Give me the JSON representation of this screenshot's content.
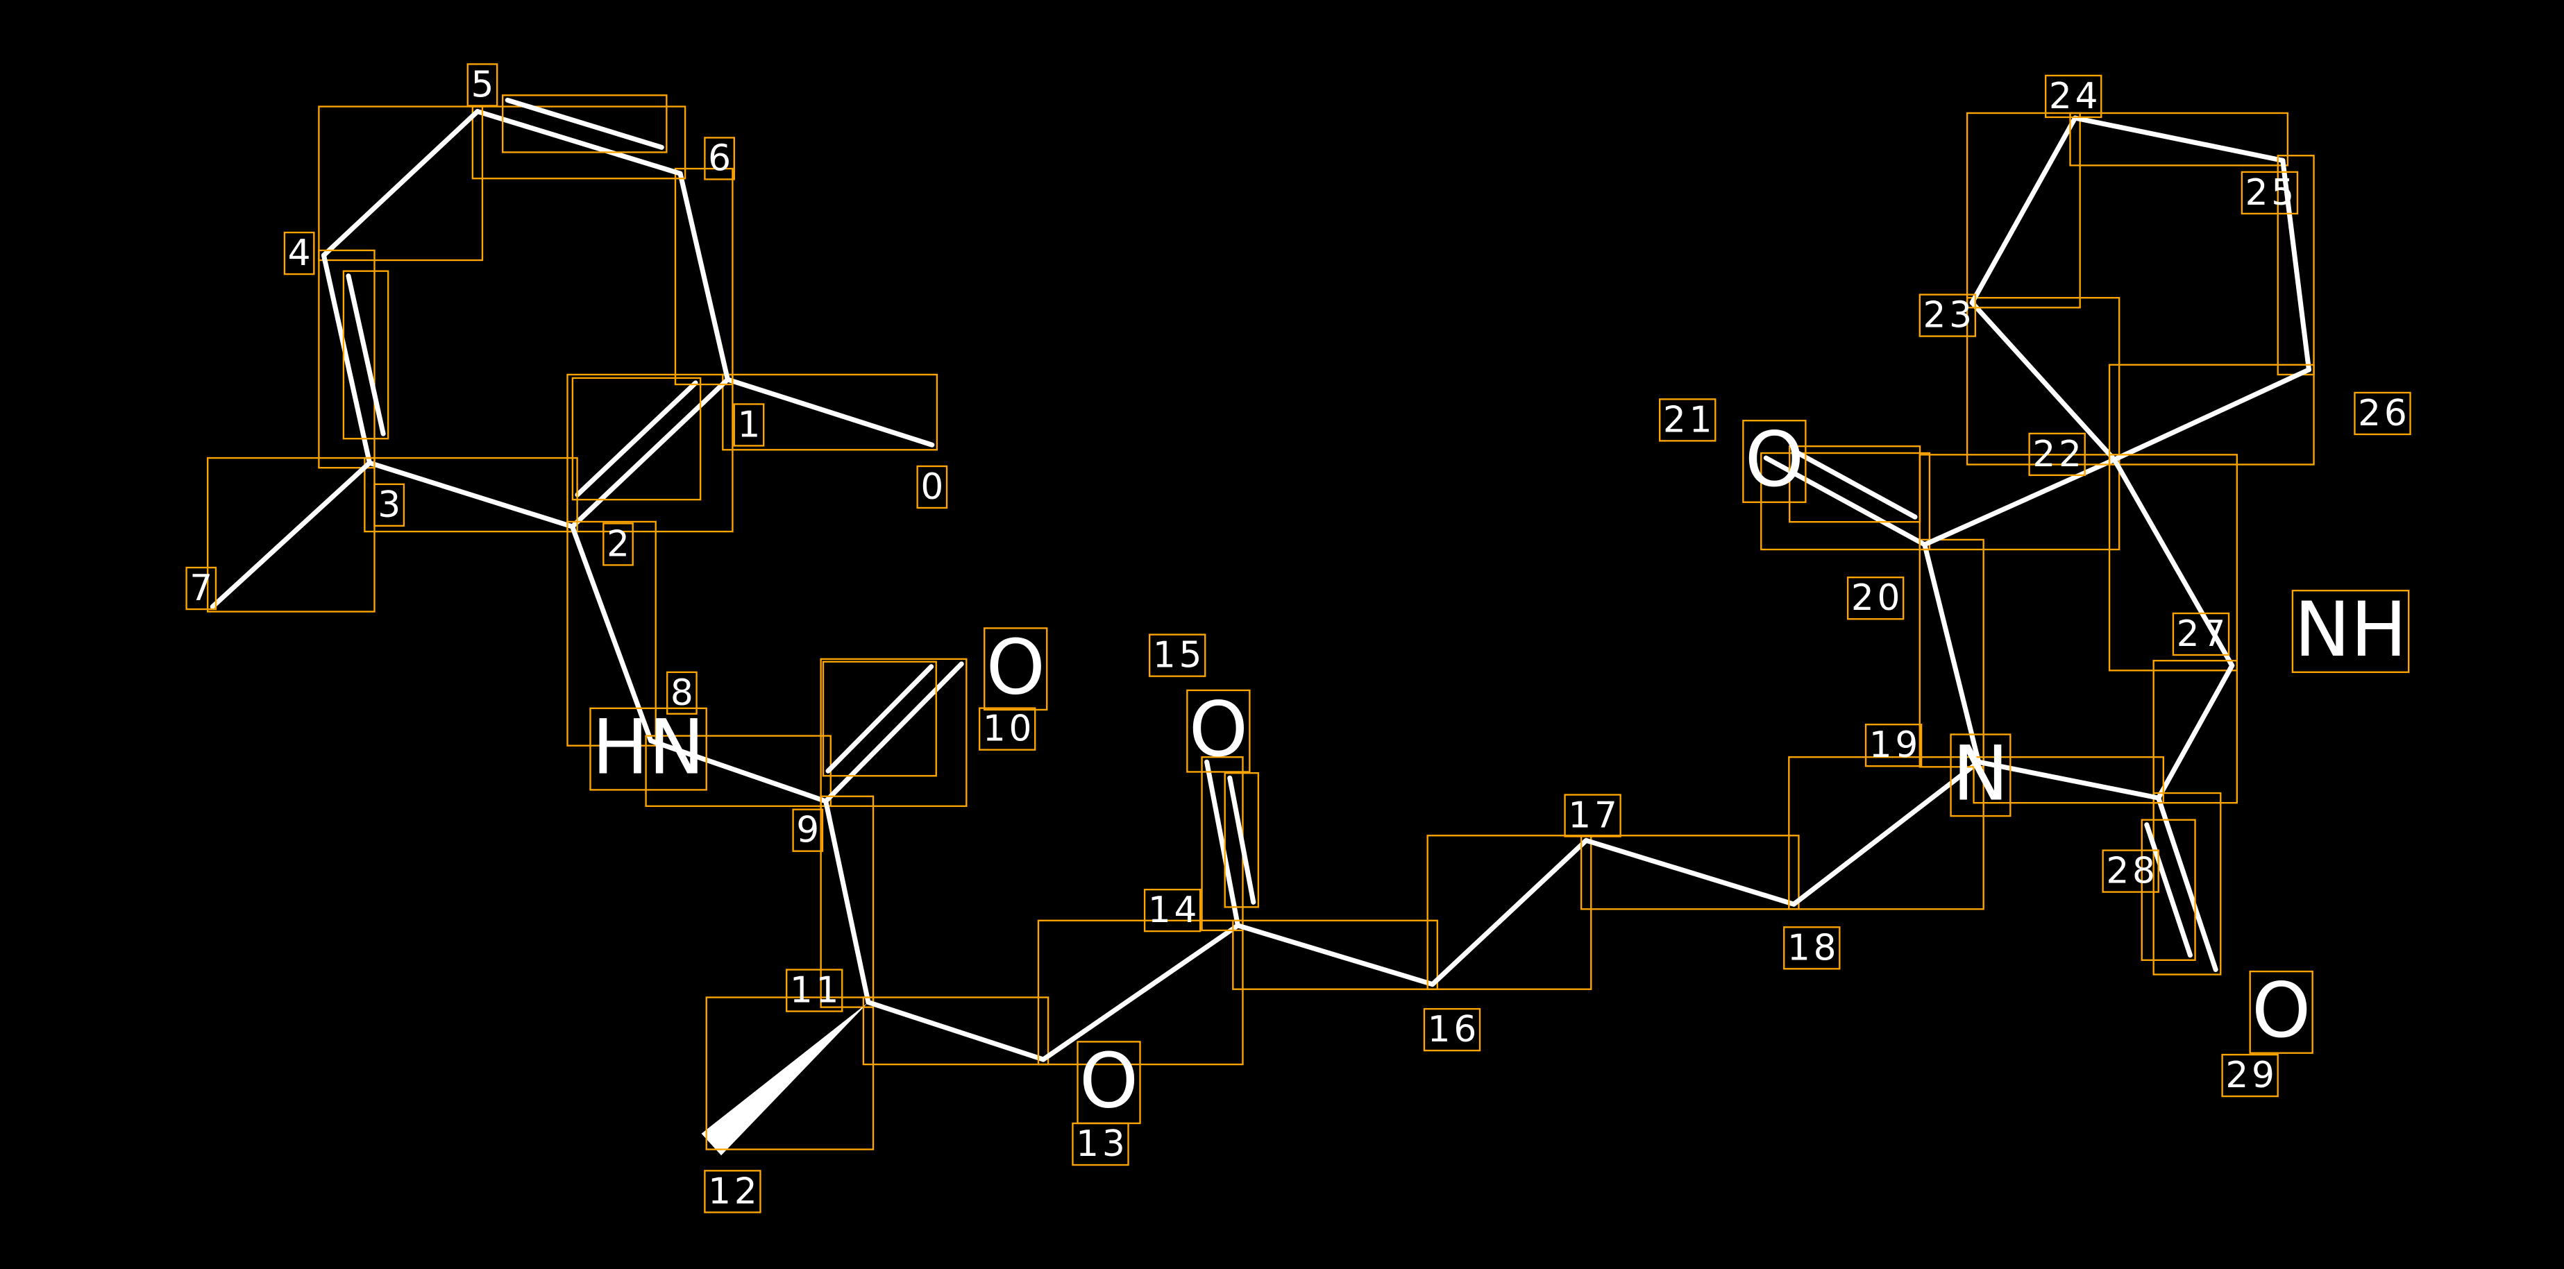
{
  "title": "Molecule atom index diagram",
  "colors": {
    "background": "#000000",
    "bond": "#ffffff",
    "box": "#FFA500"
  },
  "atoms": [
    {
      "index": "0",
      "symbol": ""
    },
    {
      "index": "1",
      "symbol": ""
    },
    {
      "index": "2",
      "symbol": ""
    },
    {
      "index": "3",
      "symbol": ""
    },
    {
      "index": "4",
      "symbol": ""
    },
    {
      "index": "5",
      "symbol": ""
    },
    {
      "index": "6",
      "symbol": ""
    },
    {
      "index": "7",
      "symbol": ""
    },
    {
      "index": "8",
      "symbol": "HN"
    },
    {
      "index": "9",
      "symbol": ""
    },
    {
      "index": "10",
      "symbol": "O"
    },
    {
      "index": "11",
      "symbol": ""
    },
    {
      "index": "12",
      "symbol": ""
    },
    {
      "index": "13",
      "symbol": "O"
    },
    {
      "index": "14",
      "symbol": ""
    },
    {
      "index": "15",
      "symbol": "O"
    },
    {
      "index": "16",
      "symbol": ""
    },
    {
      "index": "17",
      "symbol": ""
    },
    {
      "index": "18",
      "symbol": ""
    },
    {
      "index": "19",
      "symbol": "N"
    },
    {
      "index": "20",
      "symbol": ""
    },
    {
      "index": "21",
      "symbol": "O"
    },
    {
      "index": "22",
      "symbol": ""
    },
    {
      "index": "23",
      "symbol": ""
    },
    {
      "index": "24",
      "symbol": ""
    },
    {
      "index": "25",
      "symbol": ""
    },
    {
      "index": "26",
      "symbol": ""
    },
    {
      "index": "27",
      "symbol": "NH"
    },
    {
      "index": "28",
      "symbol": ""
    },
    {
      "index": "29",
      "symbol": "O"
    }
  ],
  "bonds": [
    {
      "a": 0,
      "b": 1,
      "order": 1
    },
    {
      "a": 1,
      "b": 2,
      "order": 2
    },
    {
      "a": 1,
      "b": 6,
      "order": 1
    },
    {
      "a": 6,
      "b": 5,
      "order": 2
    },
    {
      "a": 5,
      "b": 4,
      "order": 1
    },
    {
      "a": 4,
      "b": 3,
      "order": 2
    },
    {
      "a": 3,
      "b": 2,
      "order": 1
    },
    {
      "a": 3,
      "b": 7,
      "order": 1
    },
    {
      "a": 2,
      "b": 8,
      "order": 1
    },
    {
      "a": 8,
      "b": 9,
      "order": 1
    },
    {
      "a": 9,
      "b": 10,
      "order": 2
    },
    {
      "a": 9,
      "b": 11,
      "order": 1
    },
    {
      "a": 11,
      "b": 12,
      "order": 1,
      "stereo": "wedge"
    },
    {
      "a": 11,
      "b": 13,
      "order": 1
    },
    {
      "a": 13,
      "b": 14,
      "order": 1
    },
    {
      "a": 14,
      "b": 15,
      "order": 2
    },
    {
      "a": 14,
      "b": 16,
      "order": 1
    },
    {
      "a": 16,
      "b": 17,
      "order": 1
    },
    {
      "a": 17,
      "b": 18,
      "order": 1
    },
    {
      "a": 18,
      "b": 19,
      "order": 1
    },
    {
      "a": 19,
      "b": 20,
      "order": 1
    },
    {
      "a": 20,
      "b": 21,
      "order": 2
    },
    {
      "a": 20,
      "b": 22,
      "order": 1
    },
    {
      "a": 22,
      "b": 23,
      "order": 1
    },
    {
      "a": 23,
      "b": 24,
      "order": 1
    },
    {
      "a": 24,
      "b": 25,
      "order": 1
    },
    {
      "a": 25,
      "b": 26,
      "order": 1
    },
    {
      "a": 26,
      "b": 22,
      "order": 1
    },
    {
      "a": 22,
      "b": 27,
      "order": 1
    },
    {
      "a": 27,
      "b": 28,
      "order": 1
    },
    {
      "a": 28,
      "b": 29,
      "order": 2
    },
    {
      "a": 28,
      "b": 19,
      "order": 1
    }
  ]
}
